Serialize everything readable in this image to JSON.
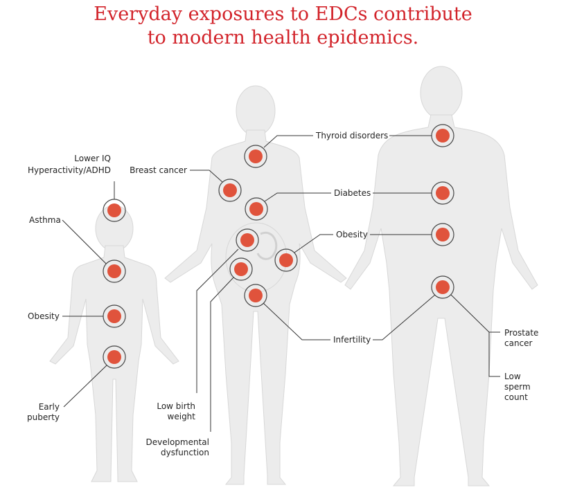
{
  "title": {
    "line1": "Everyday exposures to EDCs contribute",
    "line2": "to modern health epidemics."
  },
  "colors": {
    "title": "#d2232a",
    "marker": "#e0533c",
    "body": "#ececec"
  },
  "labels": {
    "lower_iq": "Lower IQ",
    "hyperactivity": "Hyperactivity/ADHD",
    "asthma": "Asthma",
    "obesity_child": "Obesity",
    "early": "Early",
    "puberty": "puberty",
    "breast_cancer": "Breast cancer",
    "thyroid": "Thyroid disorders",
    "diabetes": "Diabetes",
    "obesity_adult": "Obesity",
    "infertility": "Infertility",
    "low_birth": "Low birth",
    "weight": "weight",
    "developmental": "Developmental",
    "dysfunction": "dysfunction",
    "prostate": "Prostate",
    "cancer": "cancer",
    "low": "Low",
    "sperm": "sperm",
    "count": "count"
  }
}
